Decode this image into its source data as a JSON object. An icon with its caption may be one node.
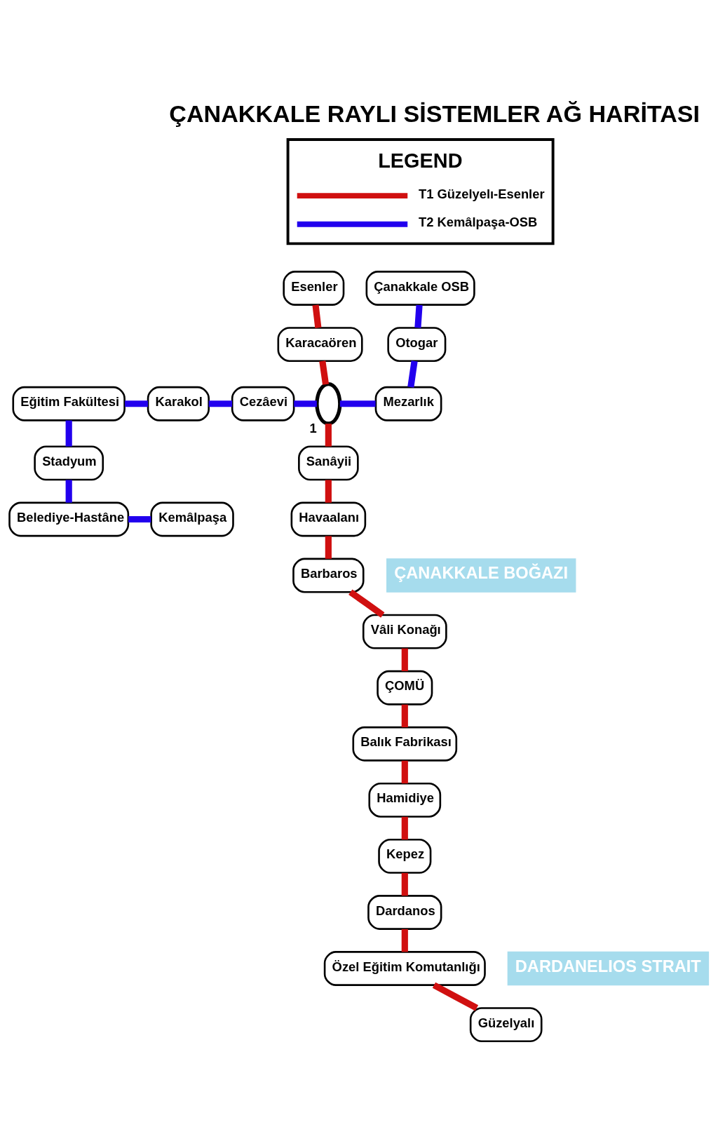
{
  "diagram": {
    "title": "ÇANAKKALE RAYLI SİSTEMLER AĞ HARİTASI",
    "nodes": [
      {
        "text": [
          "Esenler"
        ]
      },
      {
        "text": [
          "Çanakkale OSB"
        ]
      },
      {
        "text": [
          "Karacaören"
        ]
      },
      {
        "text": [
          "Eğitim Fakültesi"
        ]
      },
      {
        "text": [
          "Otogar"
        ]
      },
      {
        "text": [
          "Stadyum"
        ]
      },
      {
        "text": [
          "Karakol"
        ]
      },
      {
        "text": [
          "Cezâevi"
        ]
      },
      {
        "text": [],
        "shape": "oval",
        "beside": [
          "1"
        ]
      },
      {
        "text": [
          "Mezarlık"
        ]
      },
      {
        "text": [
          "Kemâlpaşa"
        ]
      },
      {
        "text": [
          "Belediye-Hastâne"
        ]
      },
      {
        "text": [
          "Sanâyii"
        ]
      },
      {
        "text": [
          "Havaalanı"
        ]
      },
      {
        "text": [
          "Barbaros"
        ]
      },
      {
        "text": [
          "Vâli Konağı"
        ]
      },
      {
        "text": [
          "ÇOMÜ"
        ]
      },
      {
        "text": [
          "Balık Fabrikası"
        ]
      },
      {
        "text": [
          "Hamidiye"
        ]
      },
      {
        "text": [
          "Kepez"
        ]
      },
      {
        "text": [
          "Dardanos"
        ]
      },
      {
        "text": [
          "Özel Eğitim Komutanlığı"
        ]
      },
      {
        "text": [
          "Güzelyalı"
        ]
      }
    ],
    "edges": [
      {
        "from": 22,
        "to": 21,
        "arrow": "none"
      },
      {
        "from": 21,
        "to": 20,
        "arrow": "none"
      },
      {
        "from": 20,
        "to": 19,
        "arrow": "none"
      },
      {
        "from": 19,
        "to": 18,
        "arrow": "none"
      },
      {
        "from": 18,
        "to": 17,
        "arrow": "none"
      },
      {
        "from": 17,
        "to": 16,
        "arrow": "none"
      },
      {
        "from": 16,
        "to": 15,
        "arrow": "none"
      },
      {
        "from": 15,
        "to": 14,
        "arrow": "none"
      },
      {
        "from": 14,
        "to": 13,
        "arrow": "none"
      },
      {
        "from": 13,
        "to": 12,
        "arrow": "none"
      },
      {
        "from": 12,
        "to": 8,
        "arrow": "none"
      },
      {
        "from": 8,
        "to": 2,
        "arrow": "none"
      },
      {
        "from": 2,
        "to": 0,
        "arrow": "none"
      },
      {
        "from": 10,
        "to": 11,
        "arrow": "none",
        "color": "#2200ee"
      },
      {
        "from": 11,
        "to": 5,
        "arrow": "none",
        "color": "#2200ee"
      },
      {
        "from": 5,
        "to": 3,
        "arrow": "none",
        "color": "#2200ee"
      },
      {
        "from": 3,
        "to": 6,
        "arrow": "none",
        "color": "#2200ee"
      },
      {
        "from": 6,
        "to": 7,
        "arrow": "none",
        "color": "#2200ee"
      },
      {
        "from": 7,
        "to": 8,
        "arrow": "none",
        "color": "#2200ee"
      },
      {
        "from": 8,
        "to": 9,
        "arrow": "none",
        "color": "#2200ee"
      },
      {
        "from": 9,
        "to": 4,
        "arrow": "none",
        "color": "#2200ee"
      },
      {
        "from": 4,
        "to": 1,
        "arrow": "none",
        "color": "#2200ee"
      }
    ],
    "labels": [
      "LEGEND",
      "ÇANAKKALE BOĞAZI",
      "DARDANELIOS STRAIT"
    ],
    "legend": [
      {
        "text": "T1 Güzelyelı-Esenler"
      },
      {
        "text": "T2 Kemâlpaşa-OSB"
      }
    ]
  }
}
